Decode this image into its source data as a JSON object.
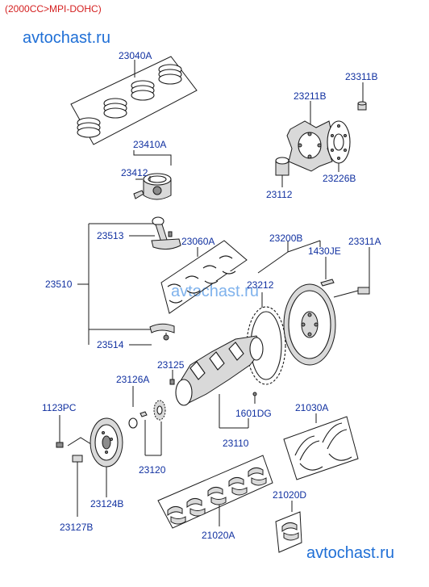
{
  "header": {
    "title": "(2000CC>MPI-DOHC)"
  },
  "watermarks": {
    "top": "avtochast.ru",
    "middle": "avtochast.ru",
    "bottom": "avtochast.ru"
  },
  "labels": {
    "p23040A": "23040A",
    "p23311B": "23311B",
    "p23211B": "23211B",
    "p23410A": "23410A",
    "p23412": "23412",
    "p23226B": "23226B",
    "p23112": "23112",
    "p23513": "23513",
    "p23060A": "23060A",
    "p23200B": "23200B",
    "p1430JE": "1430JE",
    "p23311A": "23311A",
    "p23510": "23510",
    "p23212": "23212",
    "p23514": "23514",
    "p23125": "23125",
    "p23126A": "23126A",
    "p1123PC": "1123PC",
    "p1601DG": "1601DG",
    "p21030A": "21030A",
    "p23110": "23110",
    "p23120": "23120",
    "p23124B": "23124B",
    "p21020D": "21020D",
    "p23127B": "23127B",
    "p21020A": "21020A"
  },
  "colors": {
    "header": "#d42020",
    "label": "#1030a0",
    "watermark": "#1f6fd6",
    "line": "#1a1a1a"
  }
}
